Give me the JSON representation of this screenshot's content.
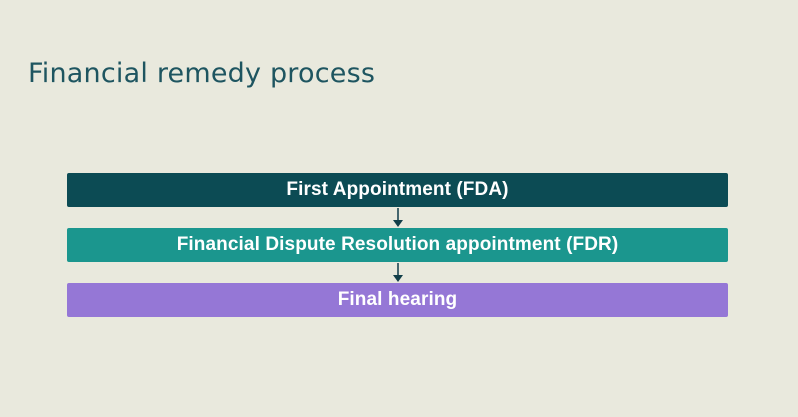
{
  "slide": {
    "title": "Financial remedy process"
  },
  "flowchart": {
    "steps": [
      {
        "label": "First Appointment (FDA)",
        "color": "#0c4b54"
      },
      {
        "label": "Financial Dispute Resolution appointment (FDR)",
        "color": "#1b968e"
      },
      {
        "label": "Final hearing",
        "color": "#9577d6"
      }
    ],
    "connector_icon": "down-arrow-icon"
  },
  "colors": {
    "background": "#e9e9dd",
    "title_text": "#1e5560",
    "step_text": "#ffffff",
    "arrow": "#123f49"
  }
}
